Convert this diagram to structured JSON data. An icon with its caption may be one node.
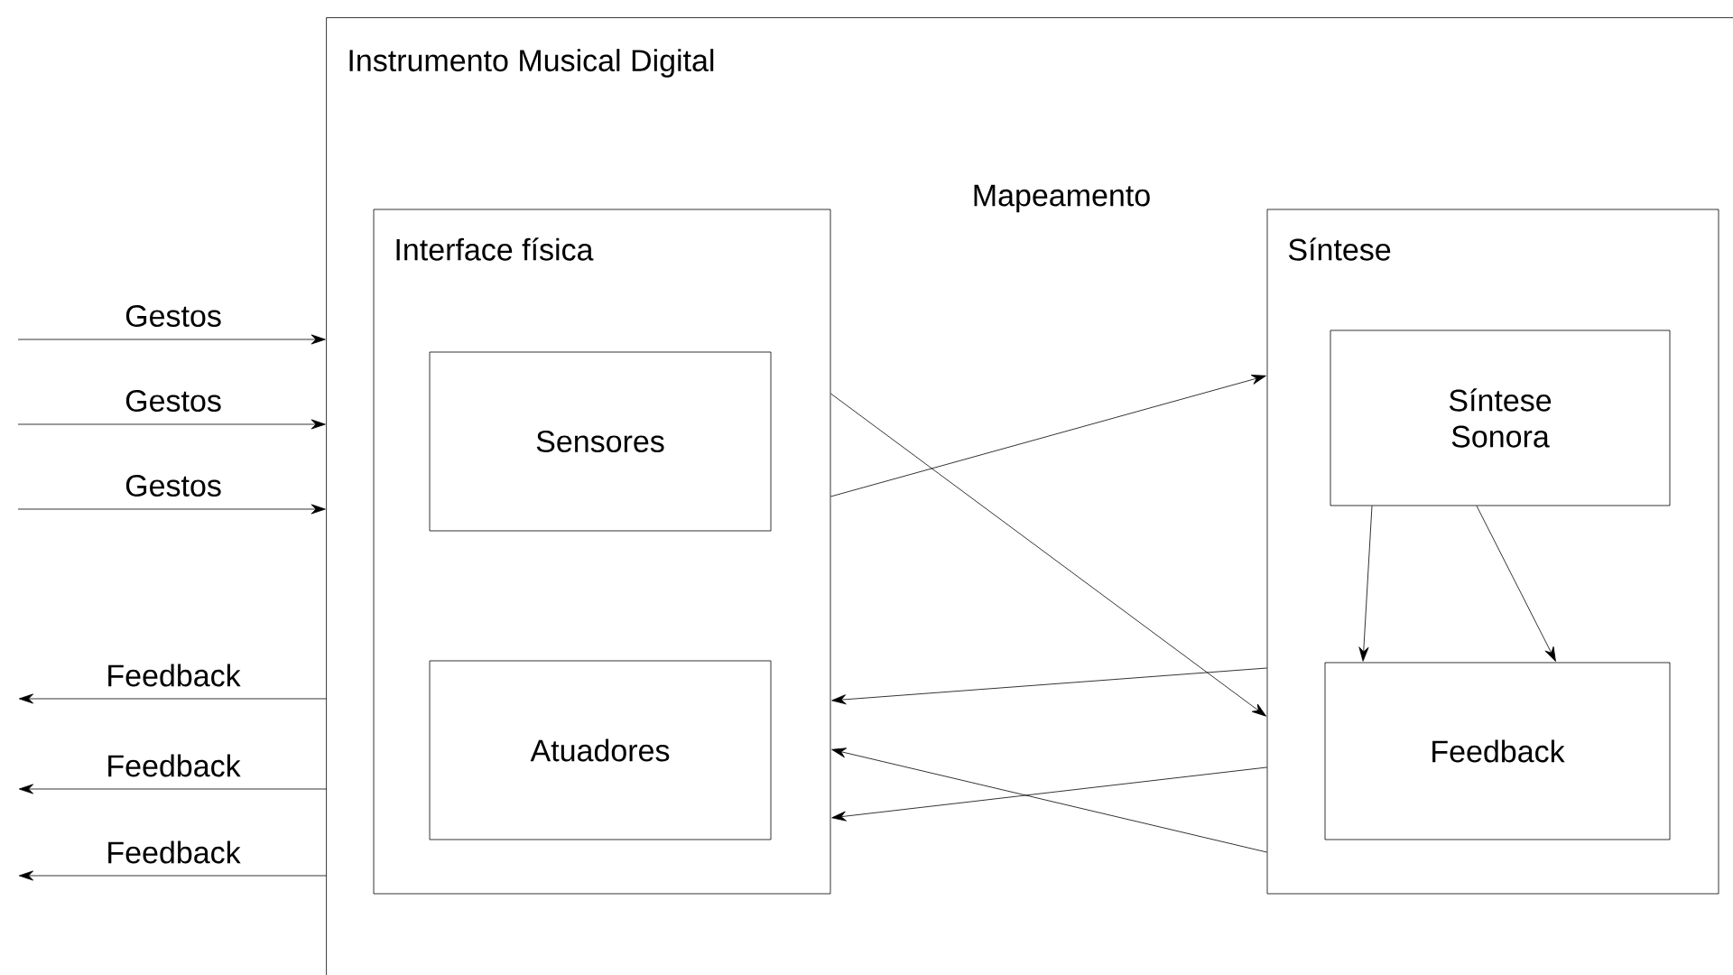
{
  "diagram": {
    "nodes": [
      {
        "text": [
          "Instrumento Musical Digital"
        ]
      },
      {
        "text": [
          "Interface física"
        ],
        "in": 0
      },
      {
        "text": [
          "Sensores"
        ],
        "in": 1
      },
      {
        "text": [
          "Atuadores"
        ],
        "in": 1
      },
      {
        "text": [
          "Síntese"
        ],
        "in": 0
      },
      {
        "text": [
          "Síntese Sonora"
        ],
        "in": 4
      },
      {
        "text": [
          "Feedback"
        ],
        "in": 4
      }
    ],
    "edges": [
      {
        "from": null,
        "to": 0,
        "arrow": "to",
        "label": "Gestos"
      },
      {
        "from": null,
        "to": 0,
        "arrow": "to",
        "label": "Gestos"
      },
      {
        "from": null,
        "to": 0,
        "arrow": "to",
        "label": "Gestos"
      },
      {
        "from": 0,
        "to": null,
        "arrow": "to",
        "label": "Feedback"
      },
      {
        "from": 0,
        "to": null,
        "arrow": "to",
        "label": "Feedback"
      },
      {
        "from": 0,
        "to": null,
        "arrow": "to",
        "label": "Feedback"
      },
      {
        "from": 1,
        "to": 4,
        "arrow": "to"
      },
      {
        "from": 1,
        "to": 4,
        "arrow": "to"
      },
      {
        "from": 4,
        "to": 1,
        "arrow": "to"
      },
      {
        "from": 4,
        "to": 1,
        "arrow": "to"
      },
      {
        "from": 4,
        "to": 1,
        "arrow": "to"
      },
      {
        "from": 5,
        "to": 6,
        "arrow": "to"
      },
      {
        "from": 5,
        "to": 6,
        "arrow": "to"
      }
    ],
    "labels": [
      "Mapeamento"
    ]
  }
}
